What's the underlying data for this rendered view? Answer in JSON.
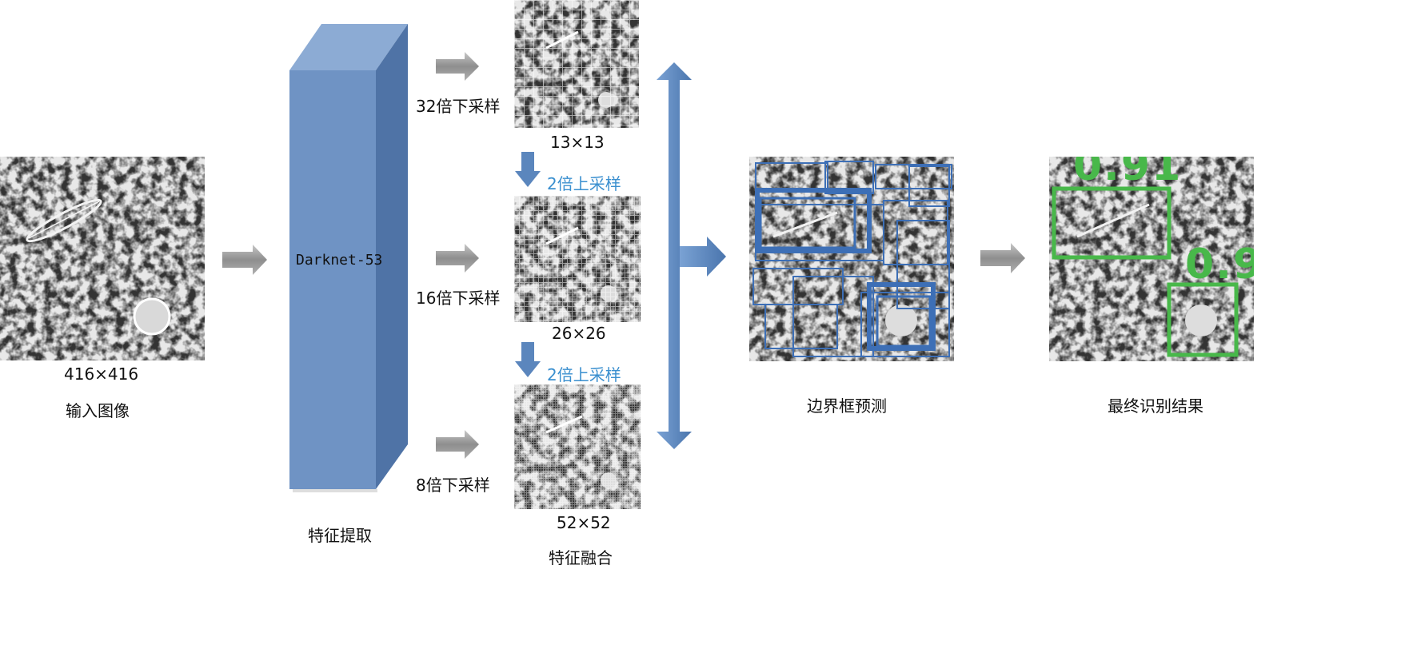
{
  "input": {
    "size_label": "416×416",
    "caption": "输入图像"
  },
  "backbone": {
    "name": "Darknet-53",
    "caption": "特征提取"
  },
  "scales": [
    {
      "downsample": "32倍下采样",
      "size": "13×13"
    },
    {
      "downsample": "16倍下采样",
      "size": "26×26"
    },
    {
      "downsample": "8倍下采样",
      "size": "52×52"
    }
  ],
  "upsample": [
    "2倍上采样",
    "2倍上采样"
  ],
  "fusion": {
    "caption": "特征融合"
  },
  "bbox": {
    "caption": "边界框预测"
  },
  "result": {
    "caption": "最终识别结果",
    "scores": [
      "0.91",
      "0.9"
    ]
  },
  "colors": {
    "prism": "#6a8fc0",
    "arrow_gray": "#9a9a9a",
    "arrow_blue": "#5b86bd",
    "box_blue": "#3d6fb6",
    "box_green": "#48b84a",
    "upsample_text": "#3a8fcf"
  }
}
